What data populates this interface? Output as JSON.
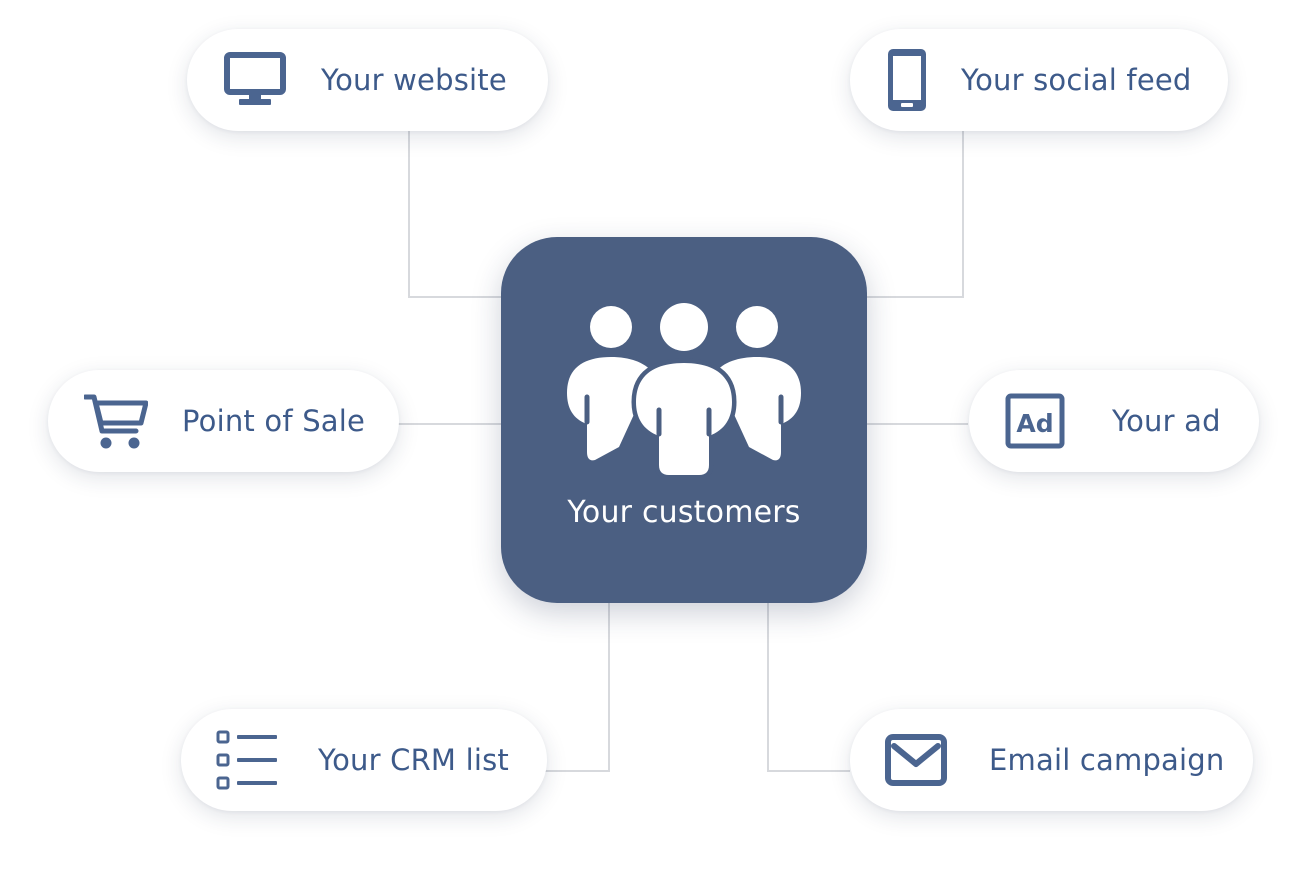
{
  "hub": {
    "label": "Your customers",
    "icon": "people-group-icon"
  },
  "nodes": [
    {
      "key": "website",
      "label": "Your website",
      "icon": "monitor-icon"
    },
    {
      "key": "social",
      "label": "Your social feed",
      "icon": "smartphone-icon"
    },
    {
      "key": "pos",
      "label": "Point of Sale",
      "icon": "shopping-cart-icon"
    },
    {
      "key": "ad",
      "label": "Your ad",
      "icon": "ad-badge-icon"
    },
    {
      "key": "crm",
      "label": "Your CRM list",
      "icon": "list-icon"
    },
    {
      "key": "email",
      "label": "Email campaign",
      "icon": "envelope-icon"
    }
  ],
  "colors": {
    "hub_fill": "#4b5f82",
    "icon": "#3d5a8a",
    "label_text": "#3d5a8a",
    "connector": "#d7d9dd",
    "pill_fill": "#ffffff"
  }
}
